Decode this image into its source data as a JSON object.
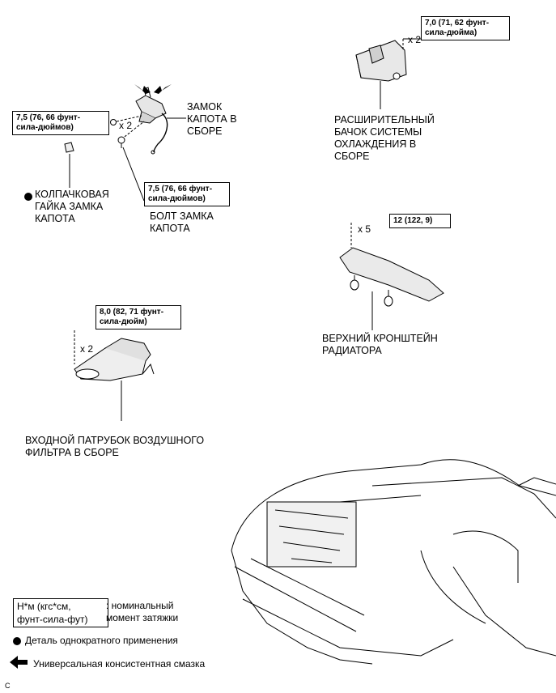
{
  "labels": {
    "hood_lock": "ЗАМОК\nКАПОТА В\nСБОРЕ",
    "cap_nut": "КОЛПАЧКОВАЯ\nГАЙКА ЗАМКА\nКАПОТА",
    "lock_bolt": "БОЛТ ЗАМКА\nКАПОТА",
    "reservoir": "РАСШИРИТЕЛЬНЫЙ\nБАЧОК СИСТЕМЫ\nОХЛАЖДЕНИЯ В\nСБОРЕ",
    "support": "ВЕРХНИЙ КРОНШТЕЙН\nРАДИАТОРА",
    "air_inlet": "ВХОДНОЙ ПАТРУБОК ВОЗДУШНОГО\nФИЛЬТРА В СБОРЕ"
  },
  "torques": {
    "hood_lock": "7,5 (76, 66 фунт-\nсила-дюймов)",
    "lock_bolt": "7,5 (76, 66 фунт-\nсила-дюймов)",
    "reservoir": "7,0 (71, 62 фунт-\nсила-дюйма)",
    "support": "12 (122, 9)",
    "air_inlet": "8,0 (82, 71 фунт-\nсила-дюйм)"
  },
  "quantities": {
    "hood_lock": "x 2",
    "reservoir": "x 2",
    "support": "x 5",
    "air_inlet": "x 2"
  },
  "legend": {
    "torque_unit": "Н*м (кгс*см,\nфунт-сила-фут)",
    "torque_desc": ": номинальный\nмомент затяжки",
    "non_reusable": "Деталь однократного применения",
    "grease": "Универсальная консистентная смазка"
  },
  "corner_mark": "C"
}
